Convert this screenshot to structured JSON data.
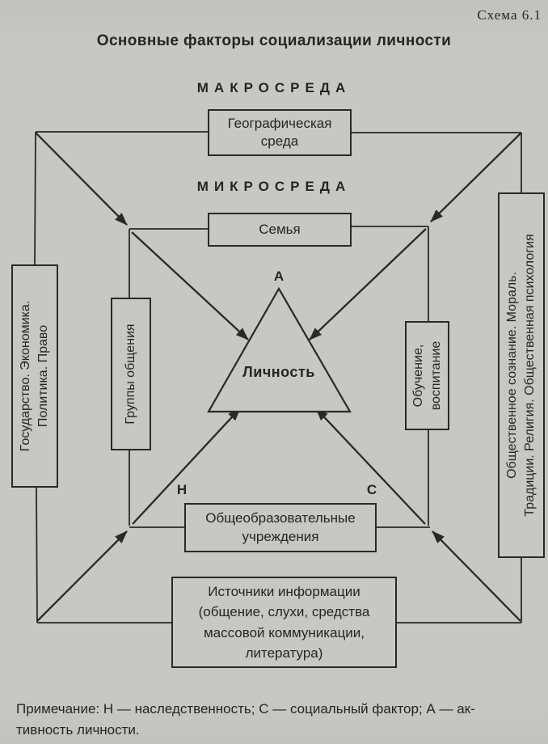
{
  "page": {
    "scheme_label": "Схема 6.1",
    "title": "Основные факторы социализации личности",
    "note_line1": "Примечание: Н — наследственность; С — социальный фактор; А — ак-",
    "note_line2": "тивность личности."
  },
  "sections": {
    "macro": "МАКРОСРЕДА",
    "micro": "МИКРОСРЕДА"
  },
  "boxes": {
    "geography": {
      "line1": "Географическая",
      "line2": "среда"
    },
    "family": {
      "label": "Семья"
    },
    "state": {
      "line1": "Государство. Экономика.",
      "line2": "Политика. Право"
    },
    "communication_groups": {
      "label": "Группы общения"
    },
    "education": {
      "line1": "Обучение,",
      "line2": "воспитание"
    },
    "public_consciousness": {
      "line1": "Общественное сознание. Мораль.",
      "line2": "Традиции. Религия. Общественная психология"
    },
    "schools": {
      "line1": "Общеобразовательные",
      "line2": "учреждения"
    },
    "info_sources": {
      "lines": [
        "Источники информации",
        "(общение, слухи, средства",
        "массовой коммуникации,",
        "литература)"
      ]
    }
  },
  "triangle": {
    "label": "Личность",
    "activity_mark": "А"
  },
  "marks": {
    "heredity": "Н",
    "social_factor": "С"
  },
  "colors": {
    "paper": "#c7c6c2",
    "ink": "#2a2927"
  }
}
